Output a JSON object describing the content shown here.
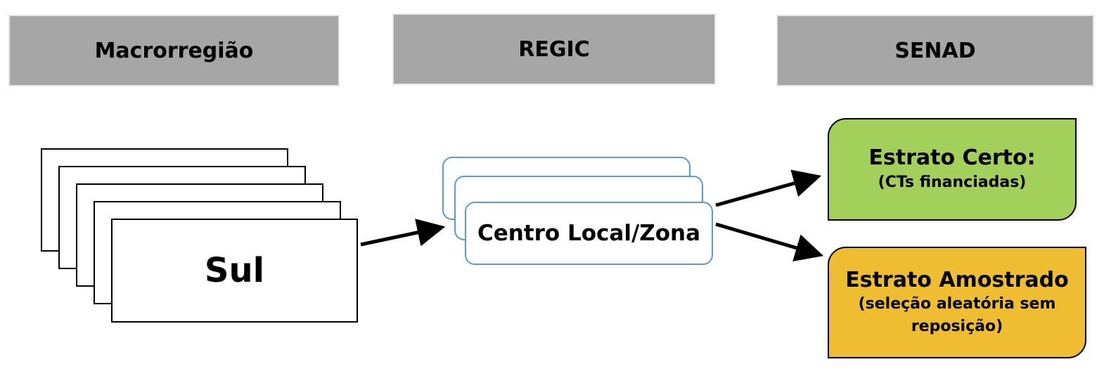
{
  "headers": {
    "macro": "Macrorregião",
    "regic": "REGIC",
    "senad": "SENAD"
  },
  "macro_card": {
    "label": "Sul"
  },
  "regic_card": {
    "label": "Centro Local/Zona"
  },
  "strata": {
    "certo": {
      "title": "Estrato Certo:",
      "subtitle": "(CTs financiadas)",
      "color": "#a3cf5b"
    },
    "amostrado": {
      "title": "Estrato Amostrado",
      "subtitle_line1": "(seleção aleatória sem",
      "subtitle_line2": "reposição)",
      "color": "#efbd31"
    }
  },
  "colors": {
    "header_bg": "#a6a6a6",
    "regic_border": "#5b9bd5"
  }
}
